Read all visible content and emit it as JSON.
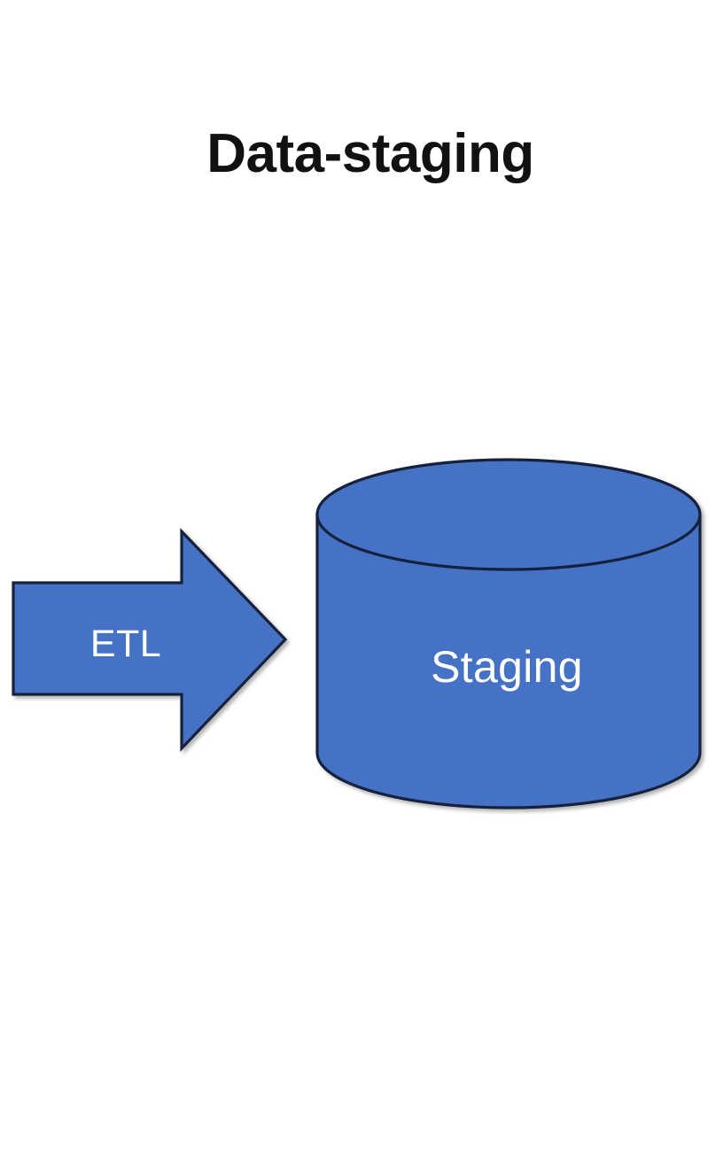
{
  "page": {
    "title": "Data-staging",
    "background_color": "#FFFFFF"
  },
  "diagram": {
    "type": "flow-diagram",
    "theme": {
      "shape_fill": "#4472C4",
      "shape_stroke": "#1A2B4A",
      "label_color": "#FFFFFF",
      "title_color": "#111111"
    },
    "nodes": [
      {
        "id": "etl",
        "shape": "right-arrow",
        "label": "ETL",
        "fill": "#4472C4",
        "stroke": "#1A2B4A"
      },
      {
        "id": "staging",
        "shape": "cylinder",
        "label": "Staging",
        "fill": "#4472C4",
        "stroke": "#1A2B4A"
      }
    ],
    "flow": {
      "from": "etl",
      "to": "staging",
      "direction": "left-to-right"
    }
  }
}
